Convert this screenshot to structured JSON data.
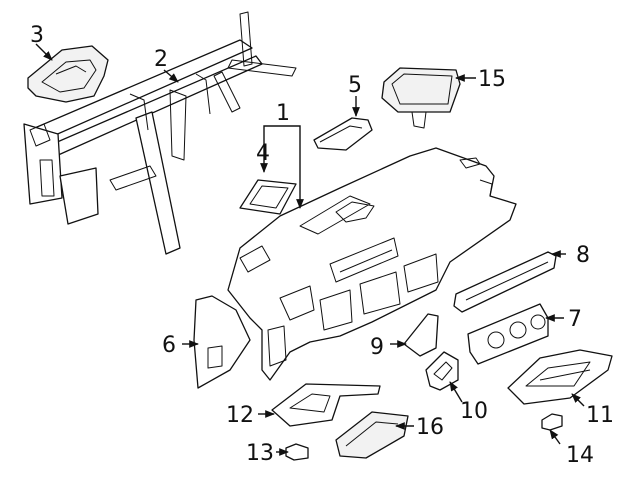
{
  "callouts": {
    "c1": "1",
    "c2": "2",
    "c3": "3",
    "c4": "4",
    "c5": "5",
    "c6": "6",
    "c7": "7",
    "c8": "8",
    "c9": "9",
    "c10": "10",
    "c11": "11",
    "c12": "12",
    "c13": "13",
    "c14": "14",
    "c15": "15",
    "c16": "16"
  }
}
